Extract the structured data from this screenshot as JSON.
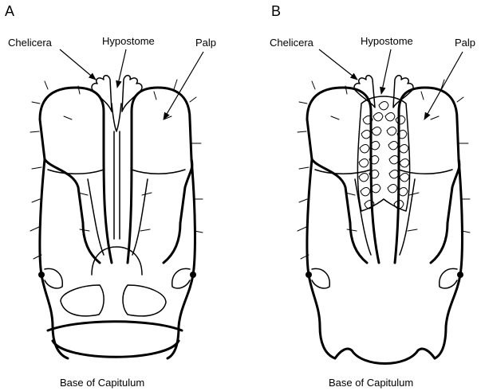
{
  "figure": {
    "panels": [
      {
        "letter": "A",
        "labels": {
          "chelicera": "Chelicera",
          "hypostome": "Hypostome",
          "palp": "Palp",
          "base": "Base of Capitulum"
        }
      },
      {
        "letter": "B",
        "labels": {
          "chelicera": "Chelicera",
          "hypostome": "Hypostome",
          "palp": "Palp",
          "base": "Base of Capitulum"
        }
      }
    ]
  }
}
